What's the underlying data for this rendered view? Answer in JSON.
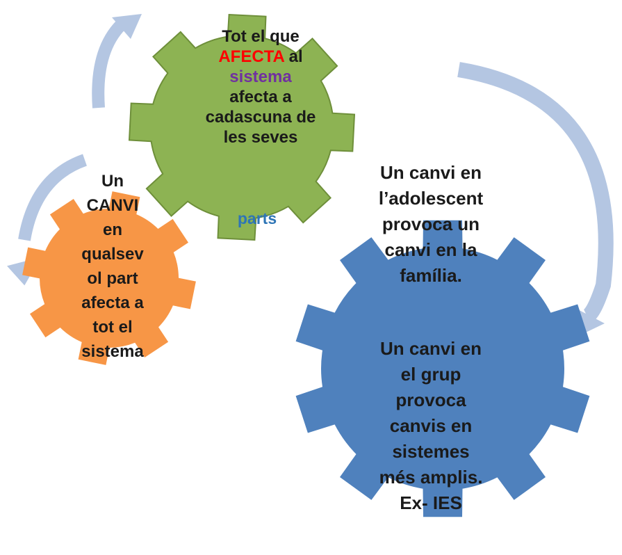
{
  "colors": {
    "green_gear": "#8db353",
    "green_stroke": "#6e8f3a",
    "orange_gear": "#f79646",
    "blue_gear": "#4f81bd",
    "arrow": "#b4c6e2",
    "highlight_red": "#ff0000",
    "highlight_purple": "#7030a0",
    "highlight_blue": "#2e75b6"
  },
  "green_gear": {
    "line1": "Tot el que",
    "afecta": "AFECTA",
    "al": " al",
    "sistema": "sistema",
    "line4": "afecta a",
    "line5": "cadascuna de",
    "line6": "les seves",
    "parts": "parts"
  },
  "orange_gear": {
    "lines": [
      "Un",
      "CANVI",
      "en",
      "qualsev",
      "ol part",
      "afecta a",
      "tot el",
      "sistema"
    ]
  },
  "blue_gear": {
    "para1": [
      "Un canvi en",
      "l’adolescent",
      "provoca un",
      "canvi en la",
      "família."
    ],
    "para2": [
      "Un canvi en",
      "el grup",
      "provoca",
      "canvis en",
      "sistemes",
      "més amplis.",
      "Ex- IES"
    ]
  }
}
